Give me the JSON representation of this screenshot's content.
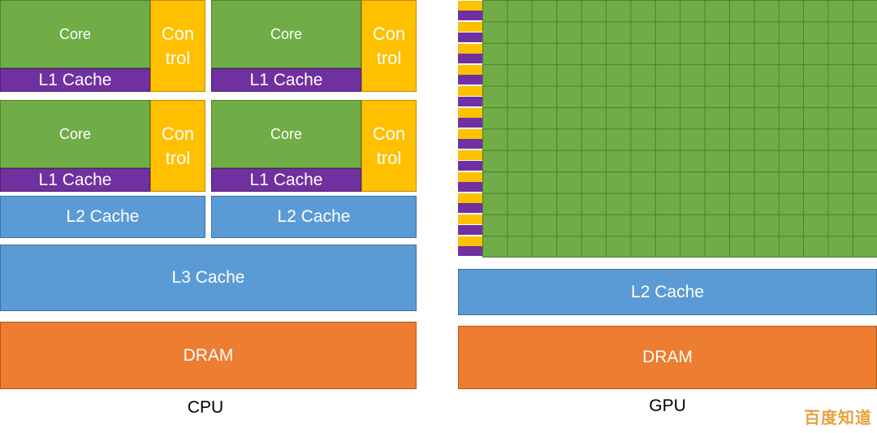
{
  "cpu": {
    "core_label": "Core",
    "l1_label": "L1 Cache",
    "control_label_line1": "Con",
    "control_label_line2": "trol",
    "l2_label": "L2 Cache",
    "l3_label": "L3 Cache",
    "dram_label": "DRAM",
    "caption": "CPU"
  },
  "gpu": {
    "l2_label": "L2 Cache",
    "dram_label": "DRAM",
    "caption": "GPU"
  },
  "watermark": "百度知道",
  "colors": {
    "core": "#70ad47",
    "l1": "#7030a0",
    "control": "#ffc000",
    "cache": "#5b9bd5",
    "dram": "#ed7d31"
  }
}
